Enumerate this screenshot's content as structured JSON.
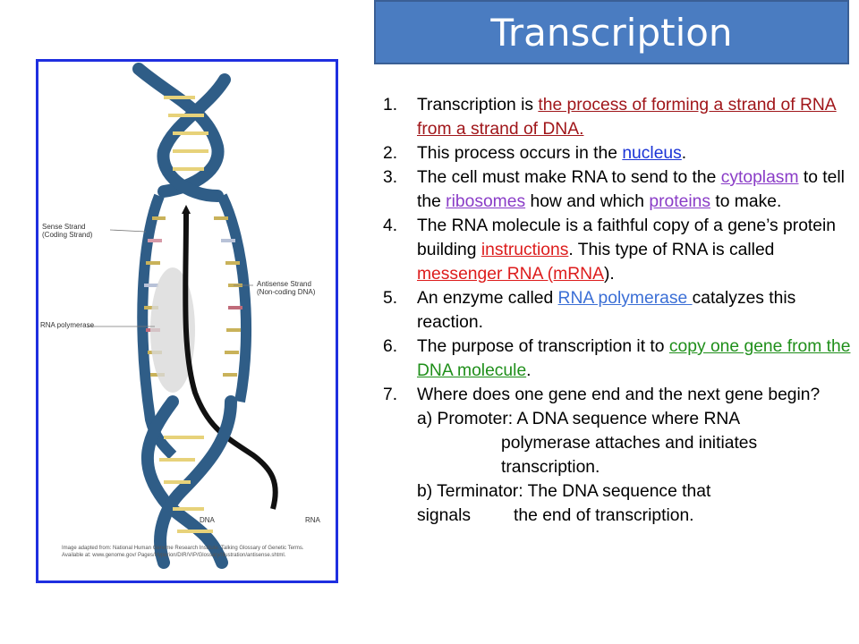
{
  "title": "Transcription",
  "figure": {
    "labels": {
      "sense": "Sense Strand",
      "sense2": "(Coding Strand)",
      "antisense": "Antisense Strand",
      "antisense2": "(Non-coding DNA)",
      "polymerase": "RNA polymerase",
      "dna": "DNA",
      "rna": "RNA"
    },
    "credit": "Image adapted from: National Human Genome Research Institute. Talking Glossary of Genetic Terms. Available at: www.genome.gov/ Pages/Hyperion/DIR/VIP/Glossary/Illustration/antisense.shtml."
  },
  "items": [
    {
      "n": "1.",
      "t1": "Transcription is ",
      "l1": "the process of forming a strand of RNA from a strand of DNA.",
      "t2": ""
    },
    {
      "n": "2.",
      "t1": " This process occurs in the ",
      "l1": "nucleus",
      "t2": "."
    },
    {
      "n": "3.",
      "t1": "The cell must make RNA to send to the ",
      "l1": "cytoplasm",
      "t2": " to tell the ",
      "l2": "ribosomes",
      "t3": " how and which ",
      "l3": "proteins",
      "t4": " to make."
    },
    {
      "n": "4.",
      "t1": "The RNA molecule is a faithful copy of a gene’s protein building ",
      "l1": "instructions",
      "t2": ".  This type of RNA is called ",
      "l2": "messenger RNA (mRNA",
      "t3": ")."
    },
    {
      "n": "5.",
      "t1": "An enzyme called ",
      "l1": "RNA polymerase ",
      "t2": "catalyzes this reaction."
    },
    {
      "n": "6.",
      "t1": "The purpose of transcription it to ",
      "l1": "copy one gene from the DNA molecule",
      "t2": "."
    },
    {
      "n": "7.",
      "t1": "Where does one gene end and the next gene begin?"
    }
  ],
  "sub": {
    "a_head": "a)  Promoter:  A DNA sequence where RNA",
    "a_cont": "polymerase attaches and initiates transcription.",
    "b_head": "b)  Terminator:  The DNA sequence that",
    "b_cont1": "signals",
    "b_cont2": "the end of transcription."
  }
}
